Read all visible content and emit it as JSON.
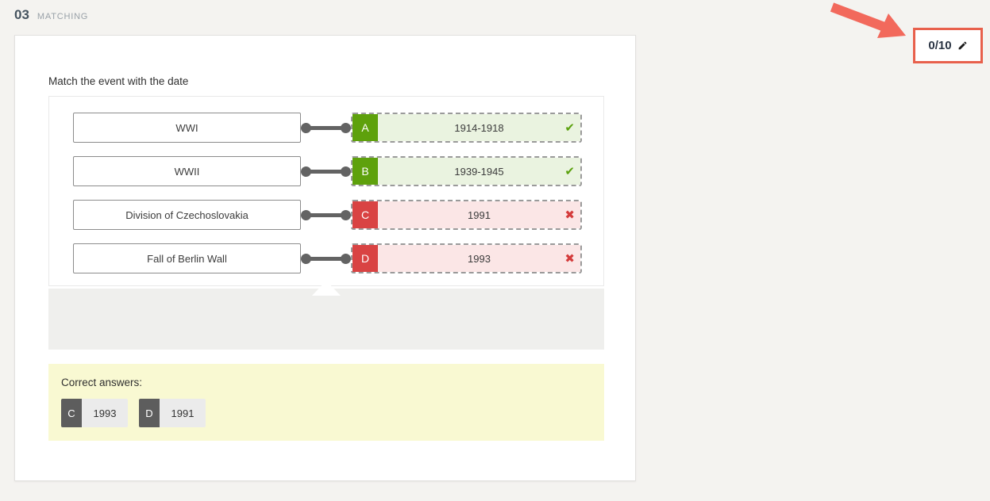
{
  "header": {
    "number": "03",
    "type": "MATCHING"
  },
  "score_badge": {
    "score": "0/10"
  },
  "question": {
    "prompt": "Match the event with the date"
  },
  "matching": {
    "pairs": [
      {
        "event": "WWI",
        "letter": "A",
        "answer": "1914-1918",
        "correct": true
      },
      {
        "event": "WWII",
        "letter": "B",
        "answer": "1939-1945",
        "correct": true
      },
      {
        "event": "Division of Czechoslovakia",
        "letter": "C",
        "answer": "1991",
        "correct": false
      },
      {
        "event": "Fall of Berlin Wall",
        "letter": "D",
        "answer": "1993",
        "correct": false
      }
    ],
    "marks": {
      "correct": "✔",
      "incorrect": "✖"
    }
  },
  "correct_answers": {
    "label": "Correct answers:",
    "items": [
      {
        "letter": "C",
        "value": "1993"
      },
      {
        "letter": "D",
        "value": "1991"
      }
    ]
  },
  "colors": {
    "correct_green": "#5ea10c",
    "correct_bg": "#eaf3e0",
    "incorrect_red": "#d94343",
    "incorrect_bg": "#fbe6e6",
    "badge_border": "#e8604c",
    "annotation_arrow": "#f2695c",
    "highlight_yellow": "#f9f9d2"
  }
}
